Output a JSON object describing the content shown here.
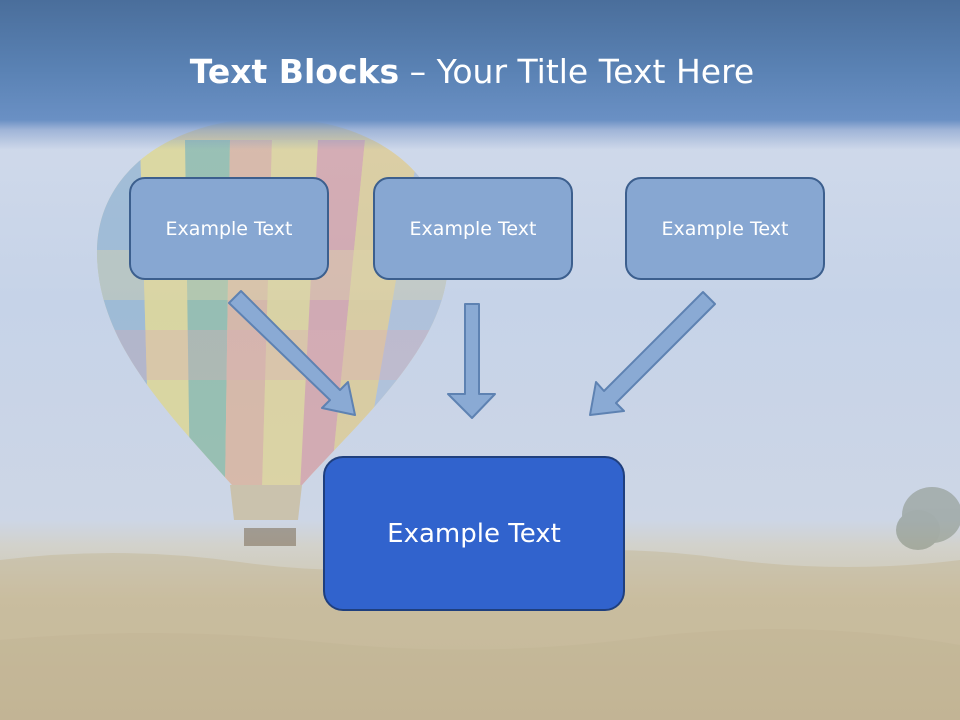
{
  "slide": {
    "title_bold": "Text Blocks",
    "title_dash": " – ",
    "title_rest": "Your Title Text Here",
    "top_blocks": [
      {
        "label": "Example Text"
      },
      {
        "label": "Example Text"
      },
      {
        "label": "Example Text"
      }
    ],
    "bottom_block": {
      "label": "Example Text"
    }
  },
  "colors": {
    "title_band": "#5a82b4",
    "top_block_fill": "#87a7d2",
    "top_block_border": "#3c5f8e",
    "bottom_block_fill": "#3163cd",
    "arrow_fill": "#8aaad4"
  },
  "background": {
    "scene": "hot-air-balloon over grass field",
    "icons": [
      "hot-air-balloon-image",
      "tree-image"
    ]
  }
}
